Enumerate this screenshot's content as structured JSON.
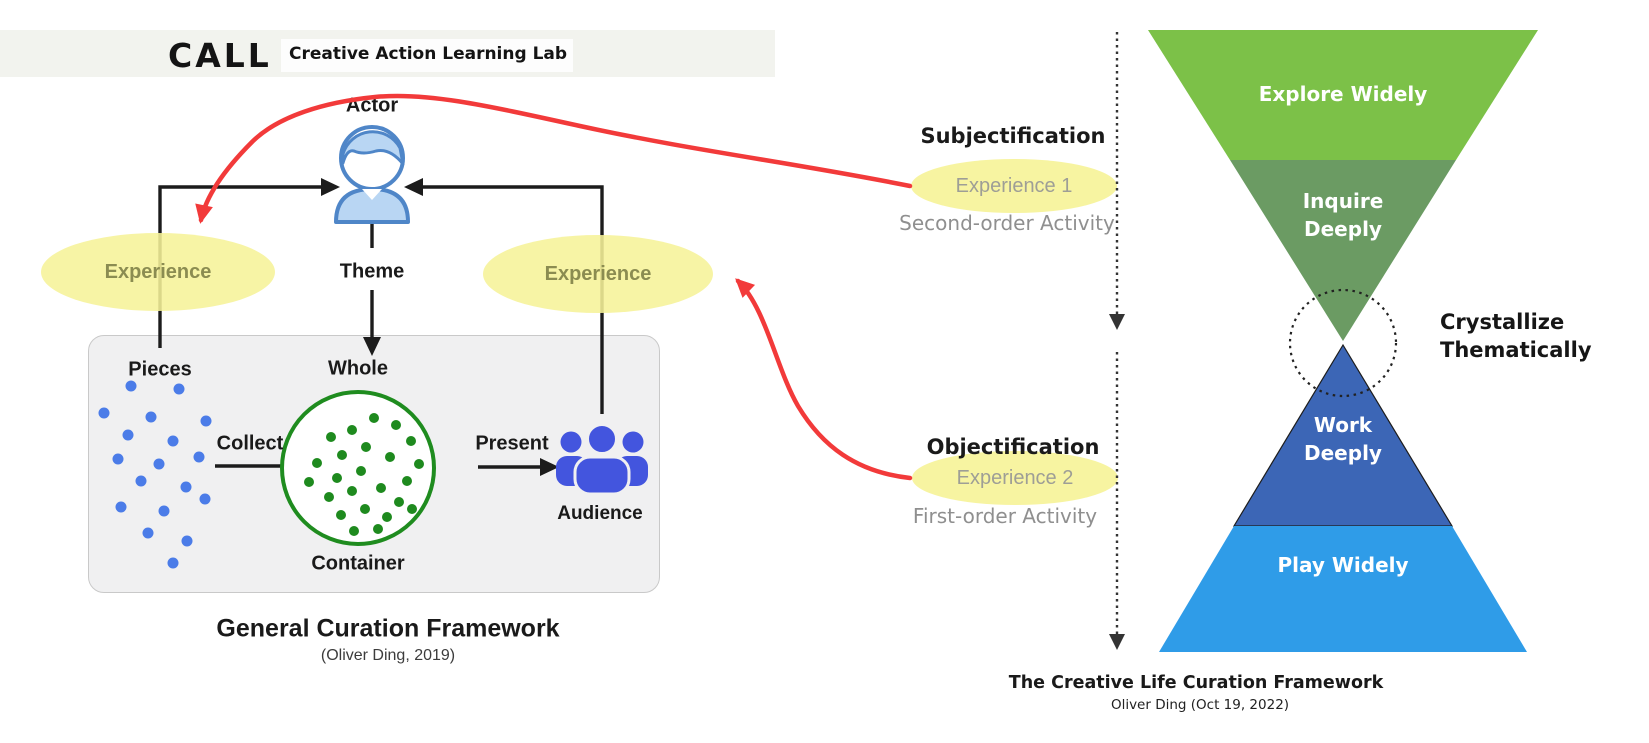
{
  "header": {
    "logo_text": "CALL",
    "brand": "Creative Action Learning Lab"
  },
  "left_diagram": {
    "actor_label": "Actor",
    "theme_label": "Theme",
    "experience_left": "Experience",
    "experience_right": "Experience",
    "pieces_label": "Pieces",
    "whole_label": "Whole",
    "collect_label": "Collect",
    "present_label": "Present",
    "container_label": "Container",
    "audience_label": "Audience",
    "title": "General Curation Framework",
    "subtitle": "(Oliver Ding, 2019)"
  },
  "middle": {
    "subjectification_label": "Subjectification",
    "experience_1": "Experience 1",
    "second_order": "Second-order Activity",
    "objectification_label": "Objectification",
    "experience_2": "Experience 2",
    "first_order": "First-order Activity"
  },
  "right_diagram": {
    "sections": [
      {
        "label": "Explore Widely",
        "color": "#7cc148"
      },
      {
        "label": "Inquire Deeply",
        "color": "#6b9b63"
      },
      {
        "label": "Work Deeply",
        "color": "#3c66b6"
      },
      {
        "label": "Play Widely",
        "color": "#2f9ce8"
      }
    ],
    "crystallize": "Crystallize Thematically",
    "title": "The Creative Life Curation Framework",
    "subtitle": "Oliver Ding (Oct 19, 2022)"
  },
  "icons": {
    "actor": "person-avatar-icon",
    "audience": "people-group-icon",
    "pieces": "scattered-dots",
    "whole": "dots-in-circle"
  },
  "colors": {
    "band_bg": "#f2f3ee",
    "box_bg": "#f0f0f1",
    "box_border": "#c9c9c9",
    "yellow_highlight": "#f6f399",
    "yellow_text": "#8b8c51",
    "gray_text": "#8f8f8f",
    "red_arrow": "#f23a3a",
    "pieces_blue": "#4b7ce8",
    "whole_green": "#1f8c1f",
    "audience_blue": "#4355de",
    "actor_stroke": "#4f86c8",
    "actor_fill": "#b9d6f3",
    "explore_green": "#7cc148",
    "inquire_green": "#6b9b63",
    "work_blue": "#3c66b6",
    "play_blue": "#2f9ce8"
  }
}
